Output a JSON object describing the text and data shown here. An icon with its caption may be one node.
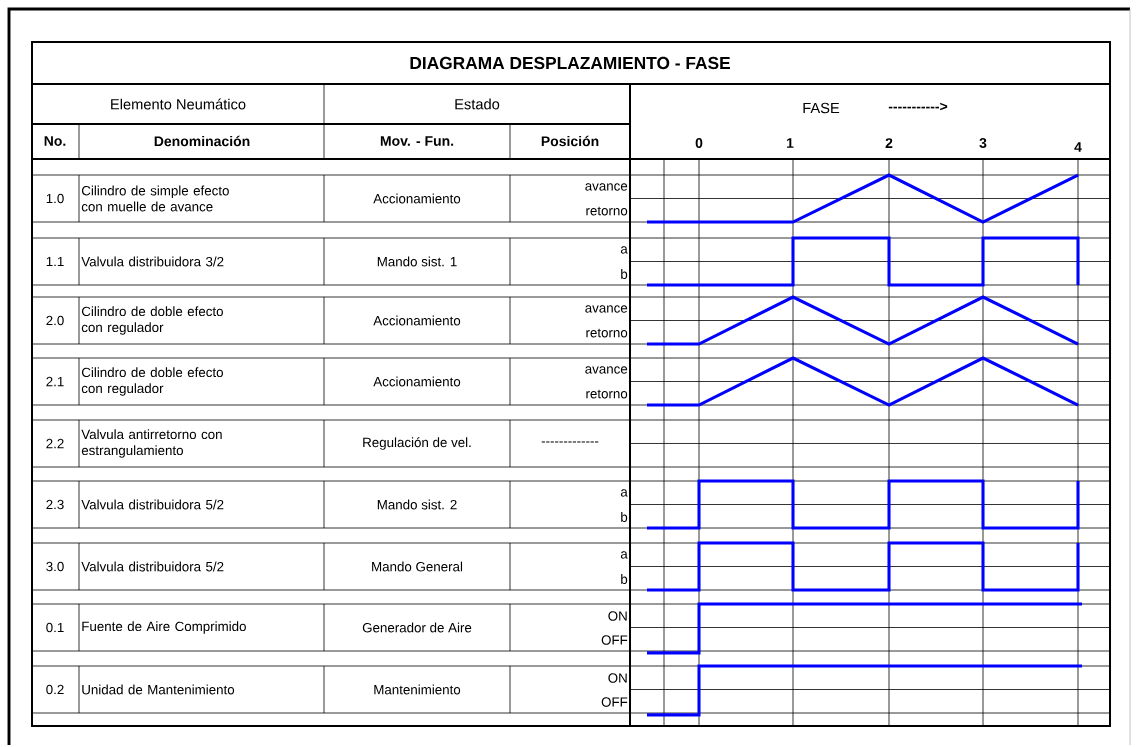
{
  "diagram": {
    "title": "DIAGRAMA DESPLAZAMIENTO - FASE",
    "labels": [
      "Elemento Neumático",
      "Estado",
      "FASE",
      "----------->",
      "No.",
      "Denominación",
      "Mov. - Fun.",
      "Posición",
      "0",
      "1",
      "2",
      "3",
      "4",
      "1.0",
      "Cilindro de simple efecto con muelle de avance",
      "Accionamiento",
      "avance",
      "retorno",
      "1.1",
      "Valvula distribuidora 3/2",
      "Mando sist. 1",
      "a",
      "b",
      "2.0",
      "Cilindro de doble efecto con regulador",
      "Accionamiento",
      "avance",
      "retorno",
      "2.1",
      "Cilindro de doble efecto con regulador",
      "Accionamiento",
      "avance",
      "retorno",
      "2.2",
      "Valvula antirretorno con estrangulamiento",
      "Regulación de vel.",
      "-------------",
      "2.3",
      "Valvula distribuidora 5/2",
      "Mando sist. 2",
      "a",
      "b",
      "3.0",
      "Valvula distribuidora 5/2",
      "Mando General",
      "a",
      "b",
      "0.1",
      "Fuente de Aire Comprimido",
      "Generador de Aire",
      "ON",
      "OFF",
      "0.2",
      "Unidad de Mantenimiento",
      "Mantenimiento",
      "ON",
      "OFF"
    ]
  }
}
